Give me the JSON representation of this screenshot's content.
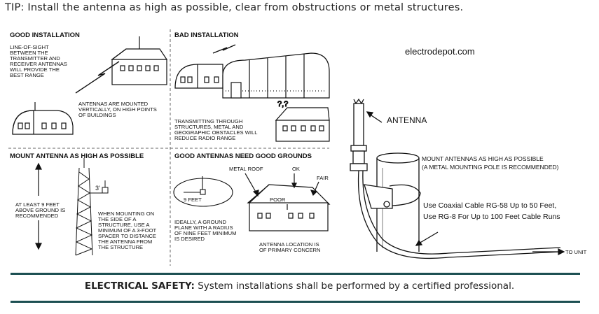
{
  "tip": "TIP: Install the antenna as high as possible, clear from obstructions or metal structures.",
  "panels": {
    "good_installation": {
      "title": "GOOD INSTALLATION",
      "note_los": [
        "LINE-OF-SIGHT",
        "BETWEEN THE",
        "TRANSMITTER AND",
        "RECEIVER ANTENNAS",
        "WILL PROVIDE THE",
        "BEST RANGE"
      ],
      "note_mounted": [
        "ANTENNAS ARE MOUNTED",
        "VERTICALLY, ON HIGH POINTS",
        "OF BUILDINGS"
      ]
    },
    "bad_installation": {
      "title": "BAD INSTALLATION",
      "note": [
        "TRANSMITTING THROUGH",
        "STRUCTURES, METAL  AND",
        "GEOGRAPHIC OBSTACLES WILL",
        "REDUCE RADIO RANGE"
      ]
    },
    "mount_high": {
      "title": "MOUNT ANTENNA AS HIGH AS POSSIBLE",
      "spacer": "3'",
      "height_note": [
        "AT LEAST 9 FEET",
        "ABOVE GROUND IS",
        "RECOMMENDED"
      ],
      "side_note": [
        "WHEN MOUNTING ON",
        "THE SIDE OF A",
        "STRUCTURE, USE A",
        "MINIMUM OF A 3-FOOT",
        "SPACER TO DISTANCE",
        "THE ANTENNA FROM",
        "THE STRUCTURE"
      ]
    },
    "good_grounds": {
      "title": "GOOD ANTENNAS NEED GOOD GROUNDS",
      "radius_label": "9 FEET",
      "ground_note": [
        "IDEALLY, A GROUND",
        "PLANE WITH A RADIUS",
        "OF NINE FEET MINIMUM",
        "IS DESIRED"
      ],
      "metal_roof": "METAL ROOF",
      "ok": "OK",
      "fair": "FAIR",
      "poor": "POOR",
      "location_note": [
        "ANTENNA LOCATION IS",
        "OF PRIMARY CONCERN"
      ]
    },
    "pole": {
      "site": "electrodepot.com",
      "antenna": "ANTENNA",
      "mount_note": [
        "MOUNT ANTENNAS AS HIGH AS POSSIBLE",
        "(A METAL MOUNTING POLE IS RECOMMENDED)"
      ],
      "cable_note": [
        "Use Coaxial Cable RG-58 Up to 50 Feet,",
        "Use RG-8 For Up to 100 Feet Cable Runs"
      ],
      "to_unit": "TO UNIT"
    }
  },
  "safety": {
    "label": "ELECTRICAL SAFETY:",
    "text": " System installations shall be performed by a certified professional."
  },
  "colors": {
    "rule": "#1c4f52"
  }
}
